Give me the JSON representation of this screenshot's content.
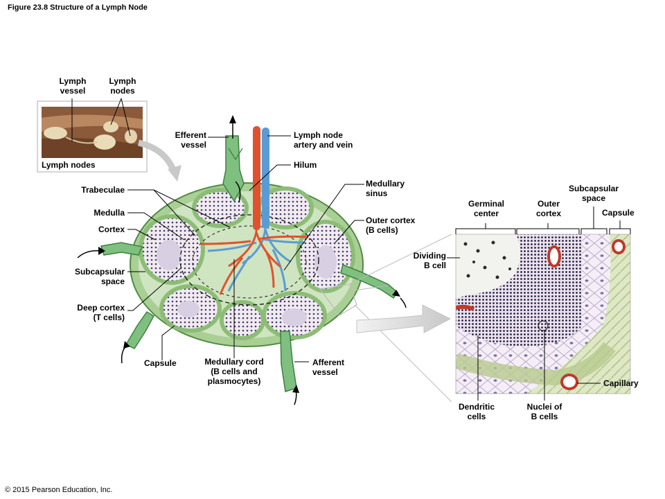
{
  "figure_title": "Figure 23.8 Structure of a Lymph Node",
  "copyright": "© 2015 Pearson Education, Inc.",
  "photo_inset": {
    "label_vessel": "Lymph\nvessel",
    "label_nodes": "Lymph\nnodes",
    "caption": "Lymph nodes"
  },
  "node_labels": {
    "efferent": "Efferent\nvessel",
    "artery_vein": "Lymph node\nartery and vein",
    "hilum": "Hilum",
    "medullary_sinus": "Medullary\nsinus",
    "outer_cortex": "Outer cortex\n(B cells)",
    "trabeculae": "Trabeculae",
    "medulla": "Medulla",
    "cortex": "Cortex",
    "subcapsular": "Subcapsular\nspace",
    "deep_cortex": "Deep cortex\n(T cells)",
    "capsule": "Capsule",
    "medullary_cord": "Medullary cord\n(B cells and\nplasmocytes)",
    "afferent": "Afferent\nvessel"
  },
  "micro_labels": {
    "germinal": "Germinal\ncenter",
    "outer_cortex": "Outer\ncortex",
    "subcapsular": "Subcapsular\nspace",
    "capsule": "Capsule",
    "dividing": "Dividing\nB cell",
    "capillary": "Capillary",
    "dendritic": "Dendritic\ncells",
    "nuclei": "Nuclei of\nB cells"
  },
  "colors": {
    "capsule_green": "#a9cf95",
    "capsule_dark": "#4f8a43",
    "artery": "#e2512d",
    "vein": "#5b9bd5",
    "tissue_pink": "#efe6ef",
    "arrow_gray": "#d2d2d2"
  }
}
